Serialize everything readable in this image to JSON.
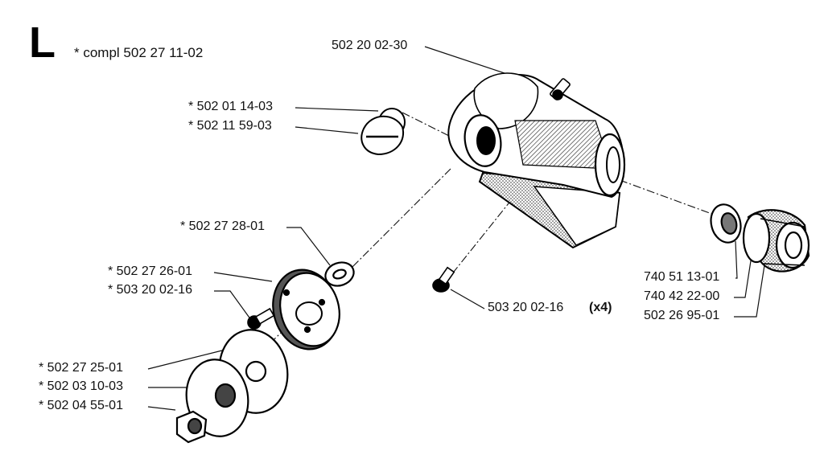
{
  "section_letter": "L",
  "header_note": "* compl 502 27 11-02",
  "parts": {
    "screw_top": "502 20 02-30",
    "plug_a": "* 502 01 14-03",
    "plug_b": "* 502 11 59-03",
    "washer": "* 502 27 28-01",
    "flange": "* 502 27 26-01",
    "flange_screw": "* 503 20 02-16",
    "housing_screw": "503 20 02-16",
    "housing_screw_qty": "(x4)",
    "disc": "* 502 27 25-01",
    "cup": "* 502 03 10-03",
    "nut": "* 502 04 55-01",
    "seal": "740 51 13-01",
    "bearing": "740 42 22-00",
    "sleeve": "502 26 95-01"
  }
}
